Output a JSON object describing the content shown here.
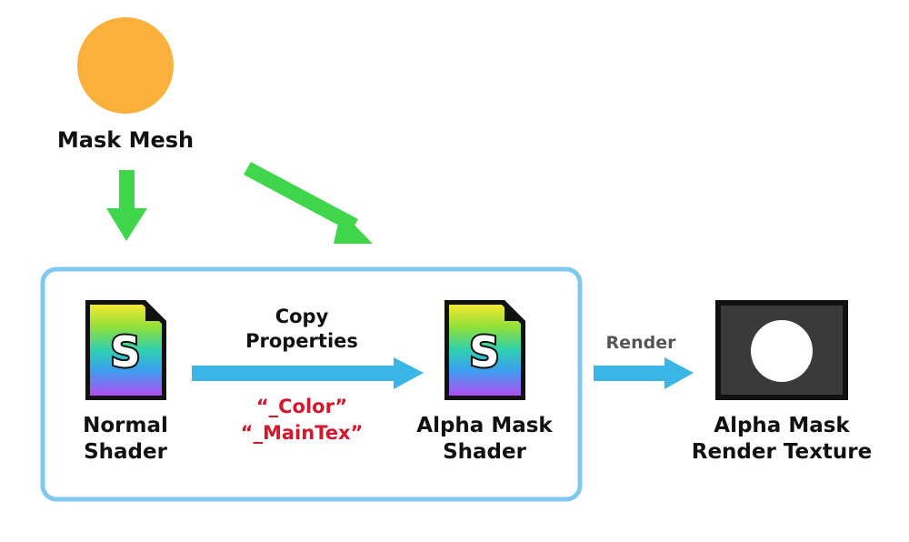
{
  "colors": {
    "mask_circle": "#FBB03B",
    "green_arrow": "#3FD64B",
    "blue": "#3BB5E5",
    "red_text": "#D3172C",
    "texture_bg": "#3A3A3A",
    "texture_border": "#111111"
  },
  "icons": {
    "shader": "shader-file-icon",
    "texture": "render-texture-icon",
    "mesh": "mask-circle-icon"
  },
  "labels": {
    "mask_mesh": "Mask Mesh",
    "copy_line1": "Copy",
    "copy_line2": "Properties",
    "prop_color": "“_Color”",
    "prop_maintex": "“_MainTex”",
    "normal_line1": "Normal",
    "normal_line2": "Shader",
    "alpha_line1": "Alpha Mask",
    "alpha_line2": "Shader",
    "render": "Render",
    "texture_line1": "Alpha Mask",
    "texture_line2": "Render Texture",
    "shader_letter": "S"
  }
}
